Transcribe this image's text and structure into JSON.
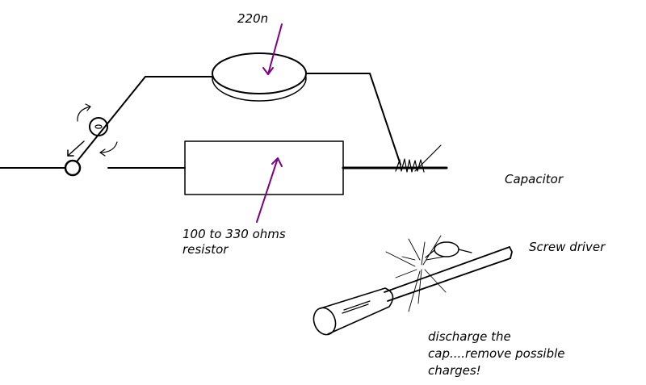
{
  "labels": {
    "capacitor_value": "220n",
    "resistor_line1": "100 to 330 ohms",
    "resistor_line2": "resistor",
    "component": "Capacitor",
    "tool": "Screw driver",
    "note_line1": "discharge the",
    "note_line2": "cap....remove possible",
    "note_line3": "charges!"
  },
  "colors": {
    "ink": "#000000",
    "arrow": "#800080",
    "background": "#ffffff"
  }
}
